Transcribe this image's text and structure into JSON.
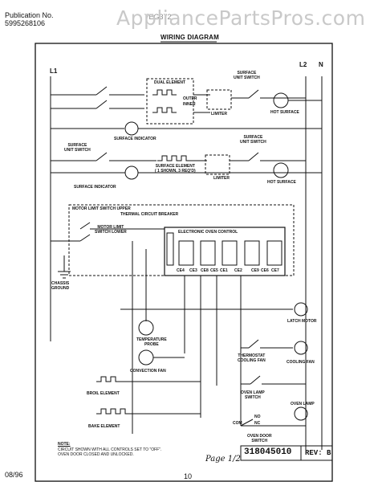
{
  "header": {
    "publication_label": "Publication No.",
    "publication_number": "5995268106",
    "model_label": "TEG372",
    "title": "WIRING DIAGRAM"
  },
  "watermark": "AppliancePartsPros.com",
  "rails": {
    "l1": "L1",
    "l2": "L2",
    "n": "N"
  },
  "labels": {
    "dual_element": "DUAL ELEMENT",
    "outer": "OUTER",
    "inner": "INNER",
    "surface_unit_switch_1": "SURFACE\nUNIT SWITCH",
    "limiter_1": "LIMITER",
    "hot_surface_1": "HOT SURFACE",
    "surface_indicator_1": "SURFACE INDICATOR",
    "surface_unit_switch_2": "SURFACE\nUNIT SWITCH",
    "surface_unit_switch_3": "SURFACE\nUNIT SWITCH",
    "surface_element": "SURFACE ELEMENT\n( 1 SHOWN, 3 REQ'D)",
    "limiter_2": "LIMITER",
    "hot_surface_2": "HOT SURFACE",
    "surface_indicator_2": "SURFACE INDICATOR",
    "motor_limit_switch_upper": "MOTOR LIMIT SWITCH UPPER",
    "thermal_circuit_breaker": "THERMAL CIRCUIT BREAKER",
    "motor_limit_switch_lower": "MOTOR LIMIT\nSWITCH LOWER",
    "electronic_oven_control": "ELECTRONIC OVEN CONTROL",
    "chassis_ground": "CHASSIS\nGROUND",
    "latch_motor": "LATCH MOTOR",
    "temperature_probe": "TEMPERATURE\nPROBE",
    "convection_fan": "CONVECTION FAN",
    "thermostat_cooling_fan": "THERMOSTAT\nCOOLING FAN",
    "cooling_fan": "COOLING FAN",
    "oven_lamp_switch": "OVEN LAMP\nSWITCH",
    "broil_element": "BROIL ELEMENT",
    "oven_lamp": "OVEN LAMP",
    "bake_element": "BAKE ELEMENT",
    "oven_door_switch": "OVEN DOOR\nSWITCH",
    "com": "COM",
    "no": "NO",
    "nc": "NC"
  },
  "control_terminals": [
    "CE4",
    "CE3",
    "CE8",
    "CE5",
    "CE1",
    "CE2",
    "CE9",
    "CE6",
    "CE7"
  ],
  "note": {
    "title": "NOTE:",
    "line1": "CIRCUIT SHOWN WITH ALL CONTROLS SET TO \"OFF\".",
    "line2": "OVEN DOOR CLOSED AND UNLOCKED."
  },
  "part_number": "318045010",
  "revision": "REV: B",
  "handwritten": "Page 1/2",
  "footer": {
    "date": "08/96",
    "page": "10"
  }
}
